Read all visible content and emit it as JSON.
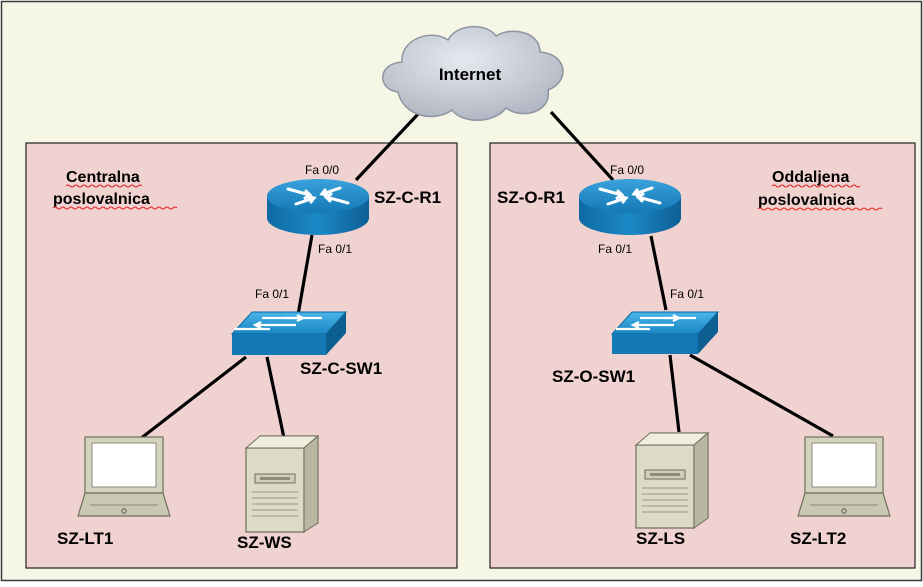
{
  "diagram": {
    "cloud_label": "Internet",
    "central_site": {
      "line1": "Centralna",
      "line2": "poslovalnica"
    },
    "remote_site": {
      "line1": "Oddaljena",
      "line2": "poslovalnica"
    },
    "devices": {
      "central_router": "SZ-C-R1",
      "central_switch": "SZ-C-SW1",
      "central_laptop": "SZ-LT1",
      "central_server": "SZ-WS",
      "remote_router": "SZ-O-R1",
      "remote_switch": "SZ-O-SW1",
      "remote_server": "SZ-LS",
      "remote_laptop": "SZ-LT2"
    },
    "ports": {
      "central_router_wan": "Fa 0/0",
      "central_router_lan": "Fa 0/1",
      "central_switch_up": "Fa 0/1",
      "remote_router_wan": "Fa 0/0",
      "remote_router_lan": "Fa 0/1",
      "remote_switch_up": "Fa 0/1"
    },
    "colors": {
      "page_background": "#f6f6e6",
      "site_fill": "#f0d2d0",
      "site_border": "#222222",
      "device_blue": "#1b84c0",
      "device_blue_dark": "#0d5f92",
      "cloud_fill": "#c9cdd6",
      "server_fill": "#d7d6c4",
      "underline_squiggle": "#e02020"
    }
  }
}
